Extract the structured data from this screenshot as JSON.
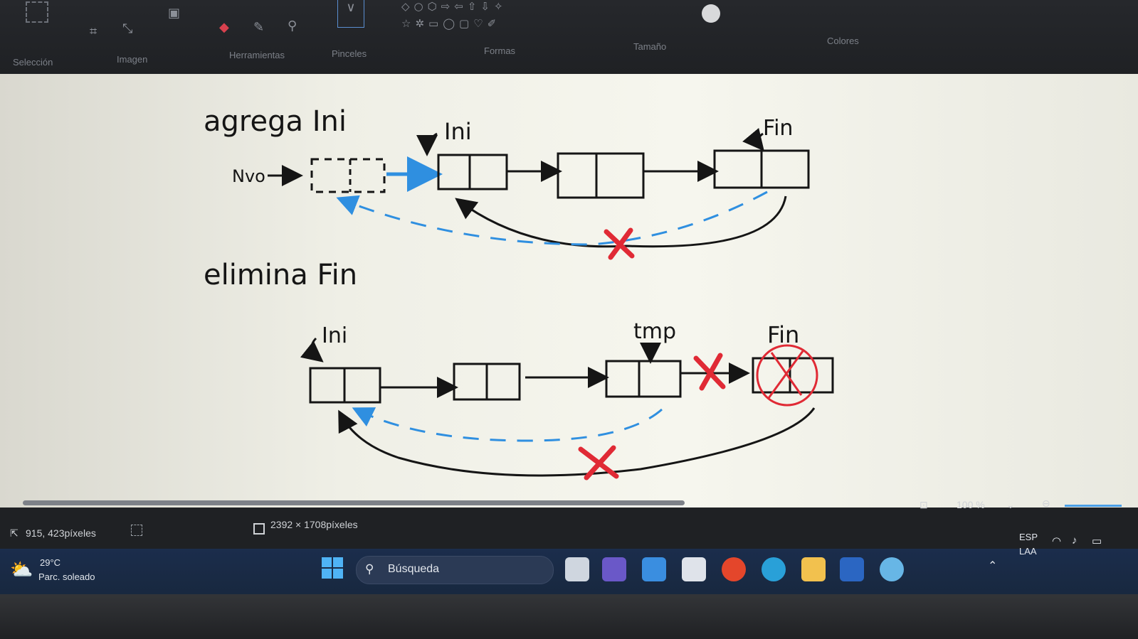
{
  "ribbon": {
    "groups": [
      "Selección",
      "Imagen",
      "Herramientas",
      "Pinceles",
      "Formas",
      "Tamaño",
      "Colores"
    ]
  },
  "canvas": {
    "section1_title": "agrega Ini",
    "nvo_label": "Nvo",
    "ini_label_1": "Ini",
    "fin_label_1": "Fin",
    "section2_title": "elimina Fin",
    "ini_label_2": "Ini",
    "tmp_label": "tmp",
    "fin_label_2": "Fin"
  },
  "statusbar": {
    "cursor_position": "915, 423píxeles",
    "image_size": "2392 × 1708píxeles",
    "zoom": "100 %"
  },
  "taskbar": {
    "weather_temp": "29°C",
    "weather_desc": "Parc. soleado",
    "search_placeholder": "Búsqueda",
    "lang_1": "ESP",
    "lang_2": "LAA"
  },
  "colors": {
    "ink": "#151515",
    "blue": "#2f8fe0",
    "red": "#e02a35"
  },
  "icons": [
    "select-icon",
    "eraser-icon",
    "pencil-icon",
    "magnifier-icon",
    "brush-icon",
    "shapes-icon",
    "start-icon",
    "search-icon",
    "wifi-icon",
    "volume-icon",
    "battery-icon"
  ]
}
